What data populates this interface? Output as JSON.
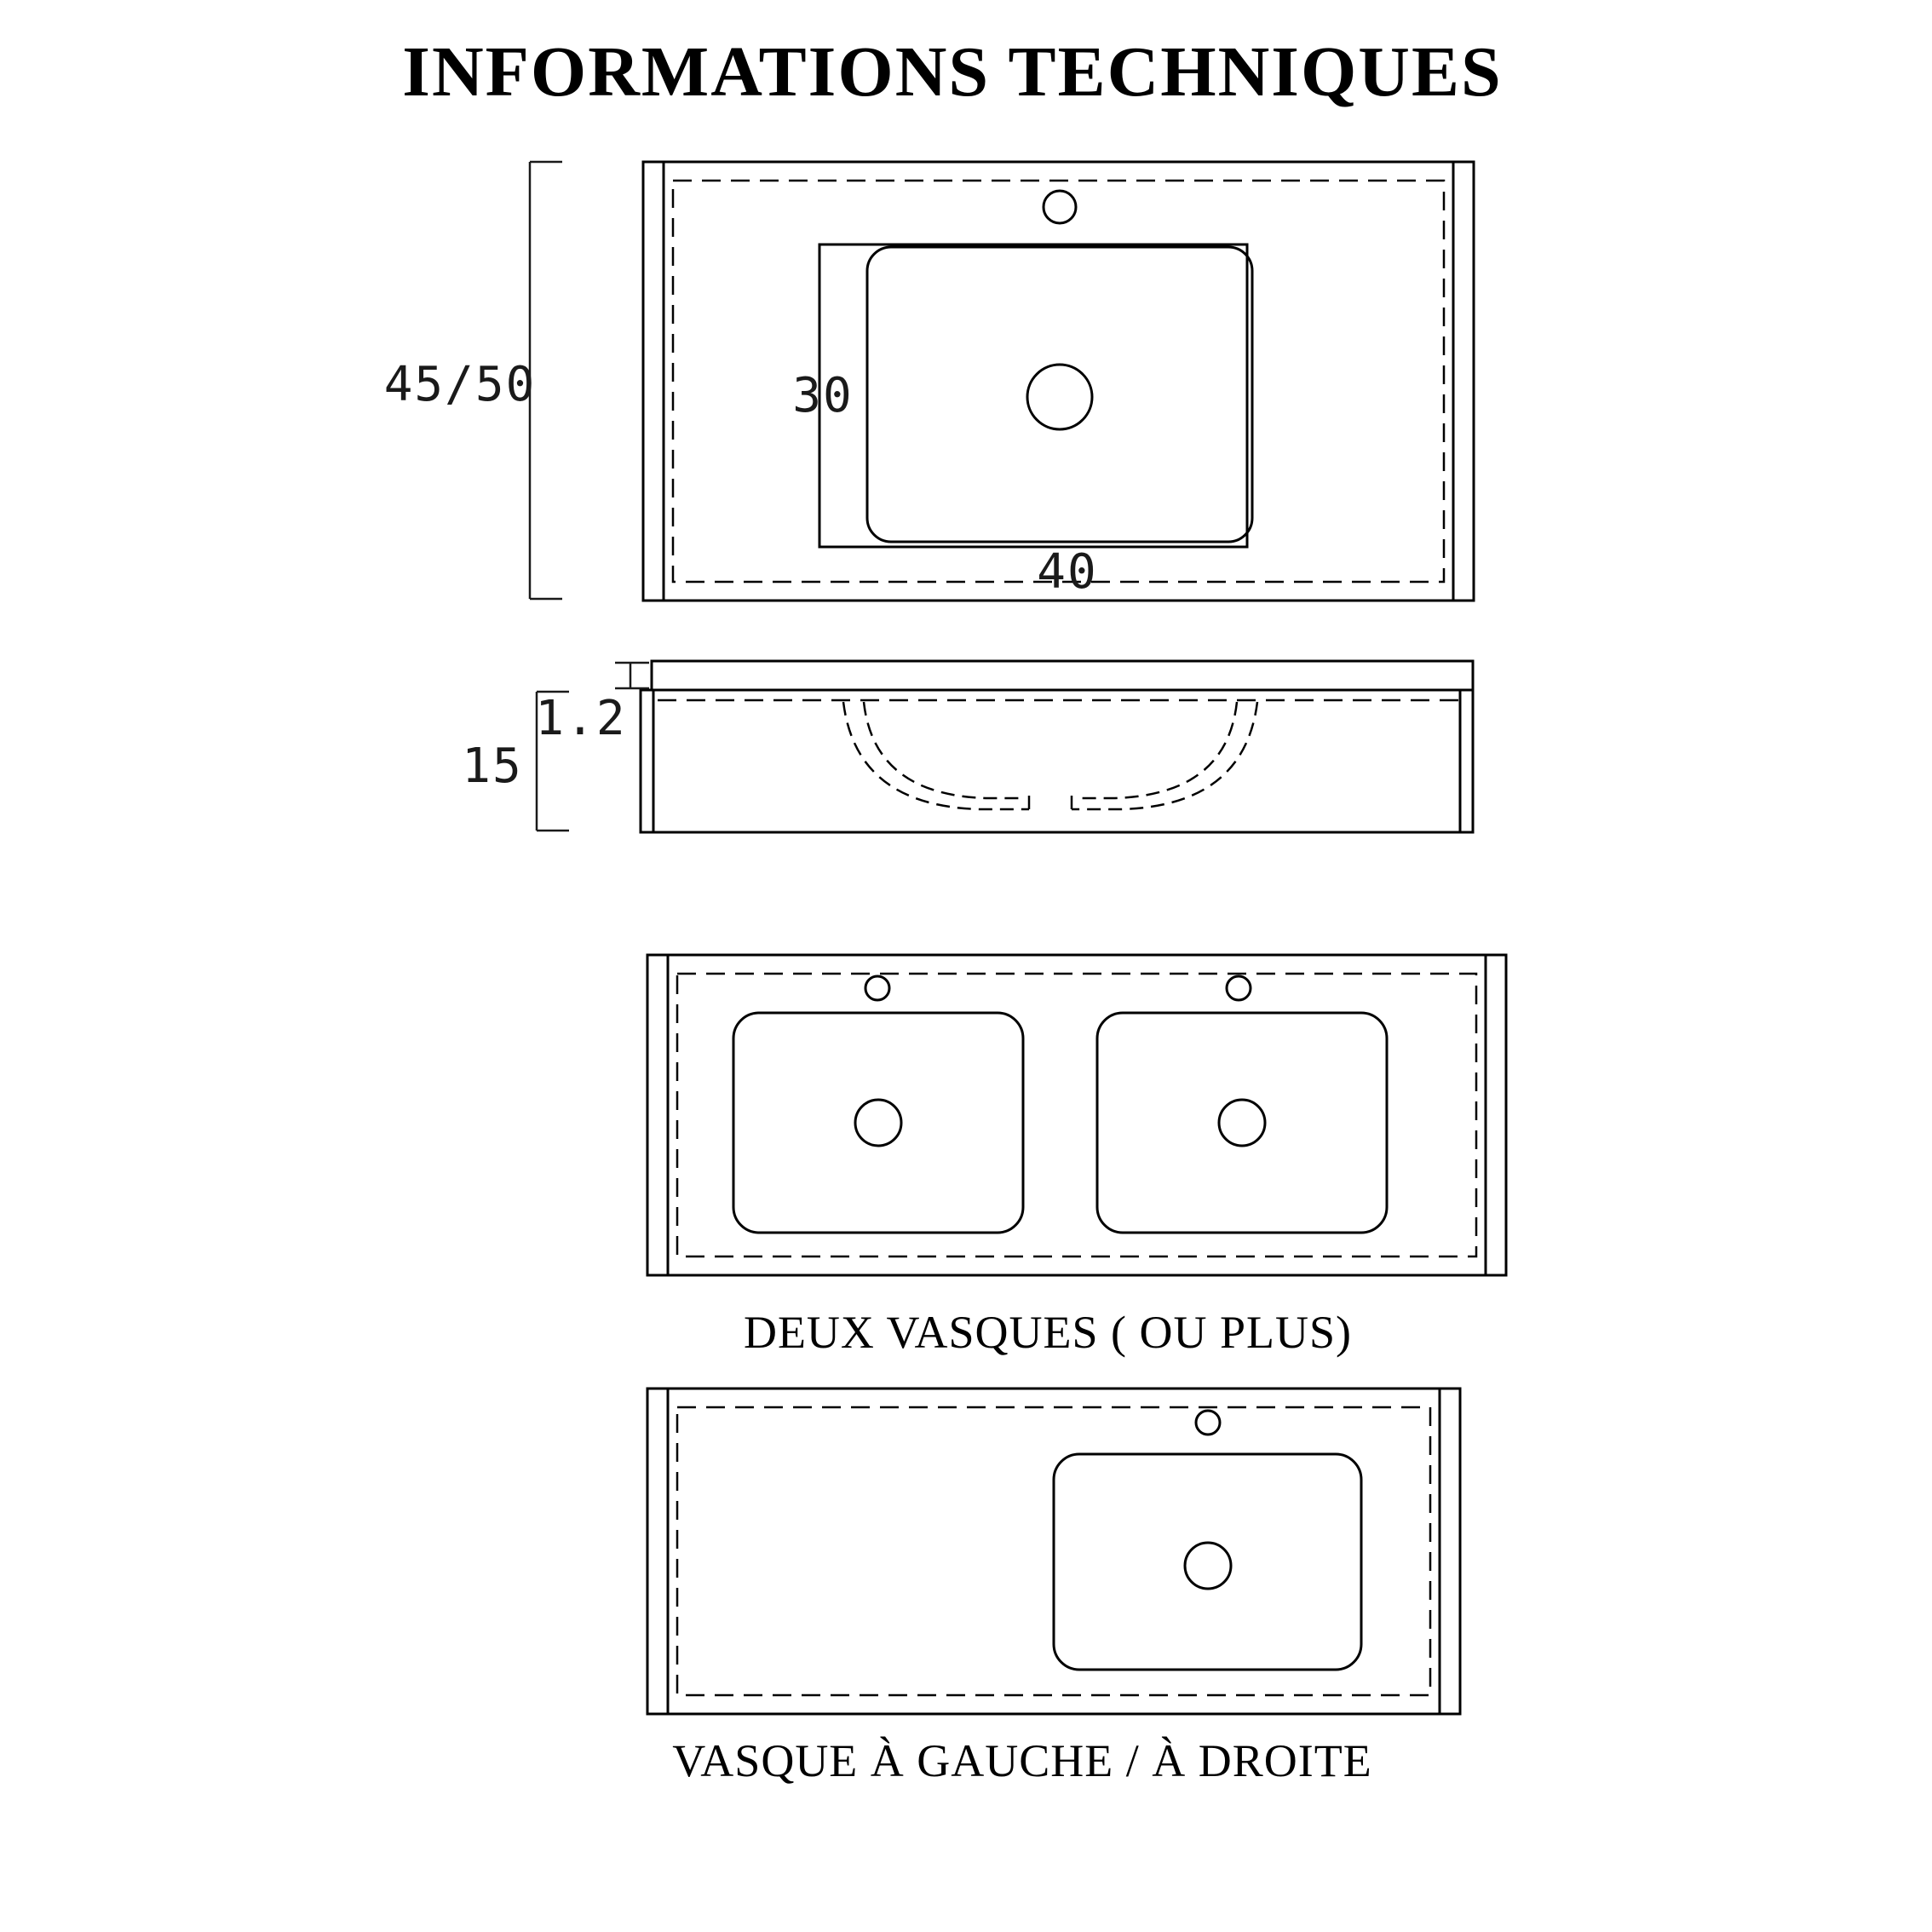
{
  "title": "INFORMATIONS TECHNIQUES",
  "colors": {
    "line": "#000000",
    "background": "#ffffff",
    "text": "#1a1a1a"
  },
  "top_view": {
    "depth_dim": "45/50",
    "basin_depth_dim": "30",
    "basin_width_dim": "40"
  },
  "section_view": {
    "top_thickness_dim": "1.2",
    "front_height_dim": "15"
  },
  "double_basin_view": {
    "caption": "DEUX VASQUES ( OU PLUS)"
  },
  "single_offset_basin_view": {
    "caption": "VASQUE À GAUCHE / À DROITE"
  }
}
